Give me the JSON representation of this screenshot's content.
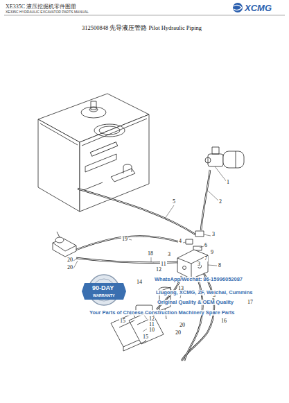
{
  "diagram": {
    "title": "312500848 先导液压管路 Pilot Hydraulic Piping",
    "labels": [
      "XE335C 液压挖掘机零件图册",
      "XE335C HYDRAULIC EXCAVATOR PARTS MANUAL",
      "XCMG",
      "1",
      "2",
      "5",
      "3",
      "4",
      "6",
      "19",
      "9",
      "7",
      "3",
      "3",
      "8",
      "18",
      "11",
      "12",
      "20",
      "20",
      "14",
      "13",
      "17",
      "3",
      "16",
      "20",
      "20",
      "15",
      "12",
      "11",
      "10",
      "15",
      "WhatsApp/Wechat: 86-15996052087",
      "Liugong, XCMG, ZF, Weichai, Cummins",
      "Original Quality & OEM Quality",
      "Your Parts of Chinese Construction Machinery Spare Parts",
      "90-DAY",
      "WARRANTY"
    ]
  }
}
